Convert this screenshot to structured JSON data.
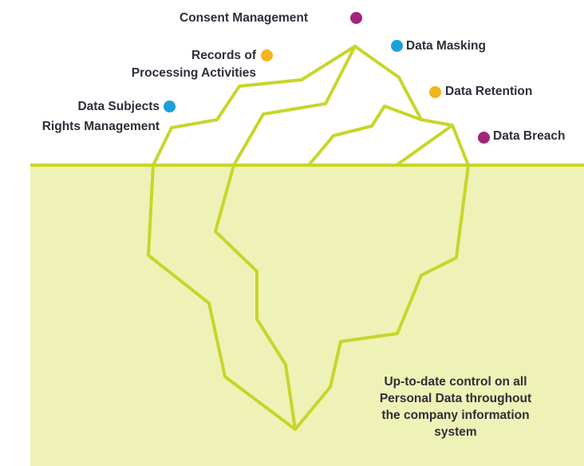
{
  "labels": {
    "consent": {
      "text": "Consent Management",
      "dot_color": "#a3247c"
    },
    "masking": {
      "text": "Data Masking",
      "dot_color": "#1aa0dc"
    },
    "records": {
      "line1": "Records of",
      "line2": "Processing Activities",
      "dot_color": "#f2b51c"
    },
    "retention": {
      "text": "Data Retention",
      "dot_color": "#f2b51c"
    },
    "subjects": {
      "line1": "Data Subjects",
      "line2": "Rights Management",
      "dot_color": "#1aa0dc"
    },
    "breach": {
      "text": "Data Breach",
      "dot_color": "#a3247c"
    }
  },
  "caption": {
    "line1": "Up-to-date control on all",
    "line2": "Personal Data throughout",
    "line3": "the company information",
    "line4": "system"
  },
  "colors": {
    "outline": "#c8d52a",
    "water": "#eef2b6",
    "text": "#2e2e3a"
  }
}
